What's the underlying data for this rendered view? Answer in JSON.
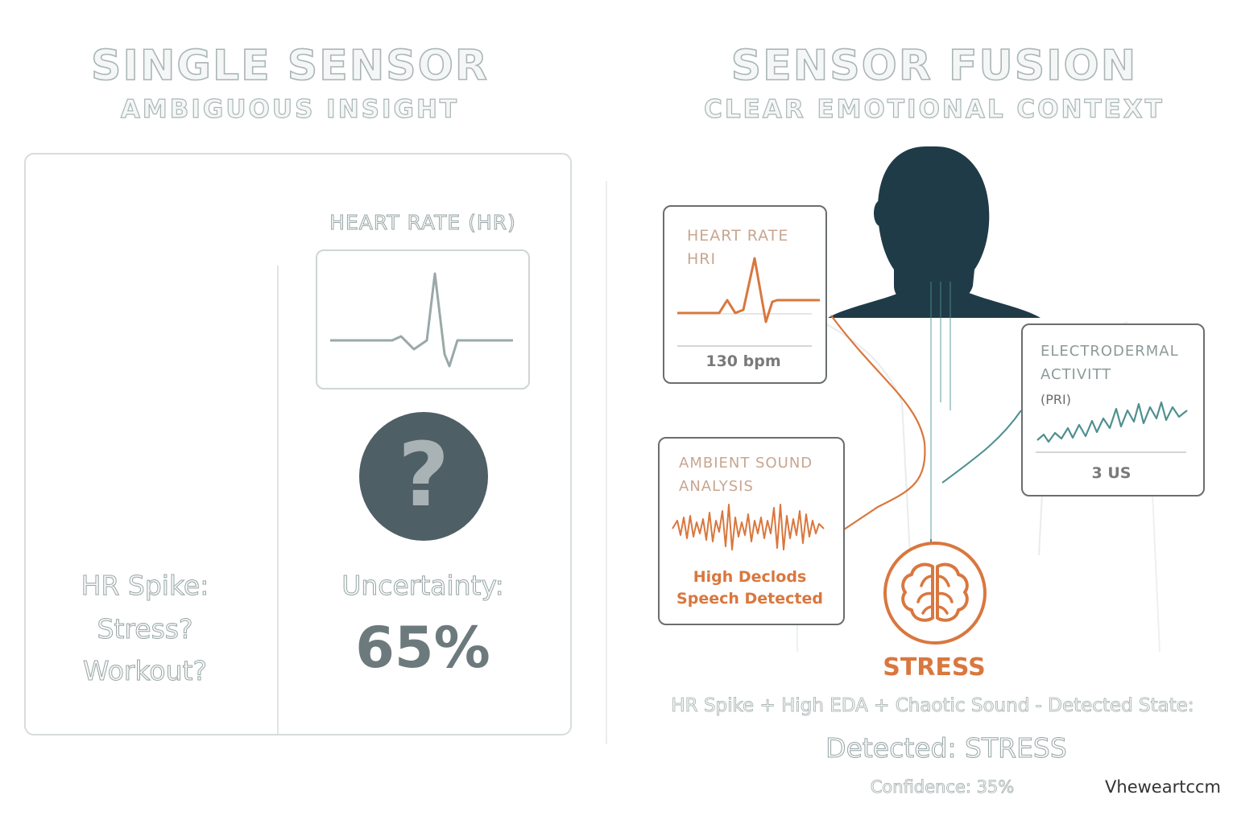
{
  "left": {
    "title": "SINGLE SENSOR",
    "subtitle": "AMBIGUOUS INSIGHT",
    "hr_label": "HEART RATE (HR)",
    "question_mark": "?",
    "spike_lines": [
      "HR Spike:",
      "Stress?",
      "Workout?"
    ],
    "uncertainty_label": "Uncertainty:",
    "uncertainty_value": "65%"
  },
  "right": {
    "title": "SENSOR FUSION",
    "subtitle": "CLEAR EMOTIONAL CONTEXT",
    "hr_card": {
      "title_lines": [
        "HEART RATE",
        "HRI"
      ],
      "value": "130 bpm"
    },
    "eda_card": {
      "title_lines": [
        "ELECTRODERMAL",
        "ACTIVITT",
        "(PRI)"
      ],
      "value": "3 US"
    },
    "sound_card": {
      "title_lines": [
        "AMBIENT SOUND",
        "ANALYSIS"
      ],
      "caption_lines": [
        "High Declods",
        "Speech Detected"
      ]
    },
    "state_label": "STRESS",
    "formula": "HR Spike + High EDA + Chaotic Sound - Detected State:",
    "detected": "Detected: STRESS",
    "confidence": "Confidence: 35%"
  },
  "watermark": "Vheweartccm",
  "colors": {
    "accent_orange": "#d9773e",
    "teal": "#4f9090",
    "slate": "#4f5f66",
    "silhouette": "#1f3b47"
  },
  "icons": [
    "question-icon",
    "brain-icon",
    "person-silhouette"
  ]
}
